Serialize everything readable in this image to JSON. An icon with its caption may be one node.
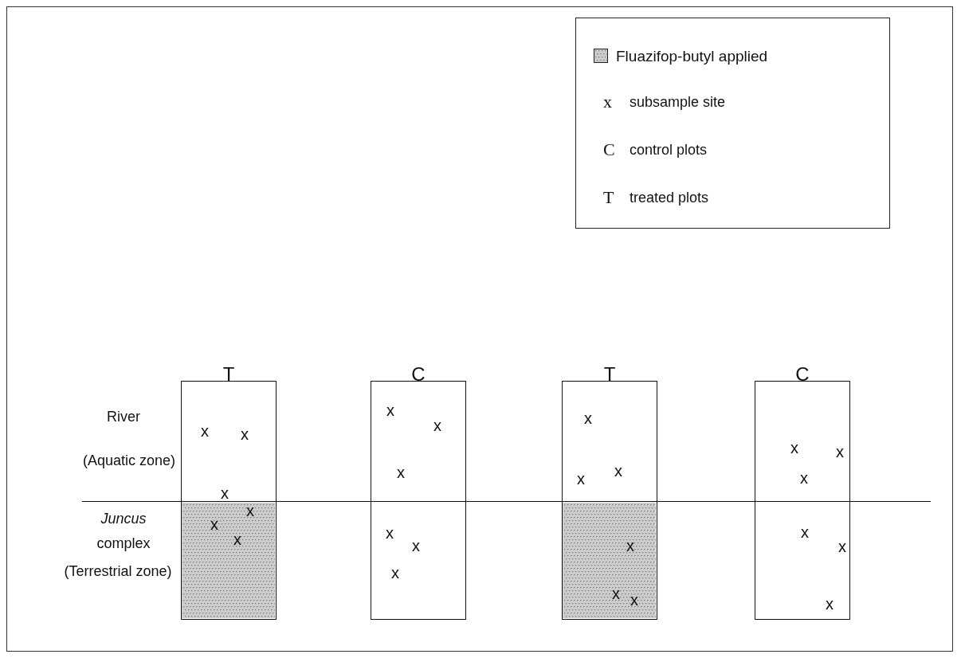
{
  "diagram": {
    "nodes": [
      {
        "text": [
          "x",
          "x",
          "x",
          "x",
          "x",
          "x"
        ],
        "beside": [
          "T"
        ]
      },
      {
        "text": [
          "x",
          "x",
          "x",
          "x",
          "x",
          "x"
        ],
        "beside": [
          "C"
        ]
      },
      {
        "text": [
          "x",
          "x",
          "x",
          "x",
          "x",
          "x"
        ],
        "beside": [
          "T"
        ]
      },
      {
        "text": [
          "x",
          "x",
          "x",
          "x",
          "x",
          "x"
        ],
        "beside": [
          "C"
        ]
      }
    ],
    "labels": [
      "x",
      "subsample site",
      "C",
      "control plots",
      "T",
      "treated plots",
      "River",
      "(Aquatic zone)",
      "*Juncus* complex",
      "(Terrestrial zone)"
    ],
    "legend": [
      {
        "text": "Fluazifop-butyl applied",
        "color": "#cccccc"
      }
    ]
  }
}
